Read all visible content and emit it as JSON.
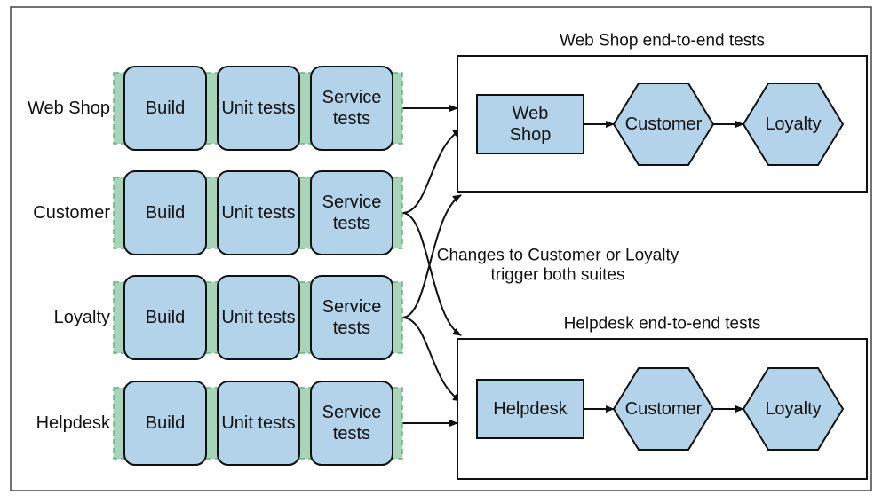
{
  "colors": {
    "fill": "#b3d3ea",
    "stroke": "#111111",
    "connector": "#a8d5b8",
    "connector_stroke": "#5fb585",
    "frame": "#444444"
  },
  "pipelines": [
    {
      "name": "Web Shop",
      "stages": [
        {
          "lines": [
            "Build"
          ]
        },
        {
          "lines": [
            "Unit tests"
          ]
        },
        {
          "lines": [
            "Service",
            "tests"
          ]
        }
      ]
    },
    {
      "name": "Customer",
      "stages": [
        {
          "lines": [
            "Build"
          ]
        },
        {
          "lines": [
            "Unit tests"
          ]
        },
        {
          "lines": [
            "Service",
            "tests"
          ]
        }
      ]
    },
    {
      "name": "Loyalty",
      "stages": [
        {
          "lines": [
            "Build"
          ]
        },
        {
          "lines": [
            "Unit tests"
          ]
        },
        {
          "lines": [
            "Service",
            "tests"
          ]
        }
      ]
    },
    {
      "name": "Helpdesk",
      "stages": [
        {
          "lines": [
            "Build"
          ]
        },
        {
          "lines": [
            "Unit tests"
          ]
        },
        {
          "lines": [
            "Service",
            "tests"
          ]
        }
      ]
    }
  ],
  "suites": [
    {
      "title": "Web Shop end-to-end tests",
      "nodes": [
        {
          "shape": "rect",
          "lines": [
            "Web",
            "Shop"
          ]
        },
        {
          "shape": "hexagon",
          "lines": [
            "Customer"
          ]
        },
        {
          "shape": "hexagon",
          "lines": [
            "Loyalty"
          ]
        }
      ]
    },
    {
      "title": "Helpdesk end-to-end tests",
      "nodes": [
        {
          "shape": "rect",
          "lines": [
            "Helpdesk"
          ]
        },
        {
          "shape": "hexagon",
          "lines": [
            "Customer"
          ]
        },
        {
          "shape": "hexagon",
          "lines": [
            "Loyalty"
          ]
        }
      ]
    }
  ],
  "note": {
    "lines": [
      "Changes to Customer or Loyalty",
      "trigger both suites"
    ]
  },
  "edges": [
    {
      "from": "pipeline-0",
      "to": "suite-0"
    },
    {
      "from": "pipeline-1",
      "to": "suite-0"
    },
    {
      "from": "pipeline-1",
      "to": "suite-1"
    },
    {
      "from": "pipeline-2",
      "to": "suite-0"
    },
    {
      "from": "pipeline-2",
      "to": "suite-1"
    },
    {
      "from": "pipeline-3",
      "to": "suite-1"
    }
  ]
}
